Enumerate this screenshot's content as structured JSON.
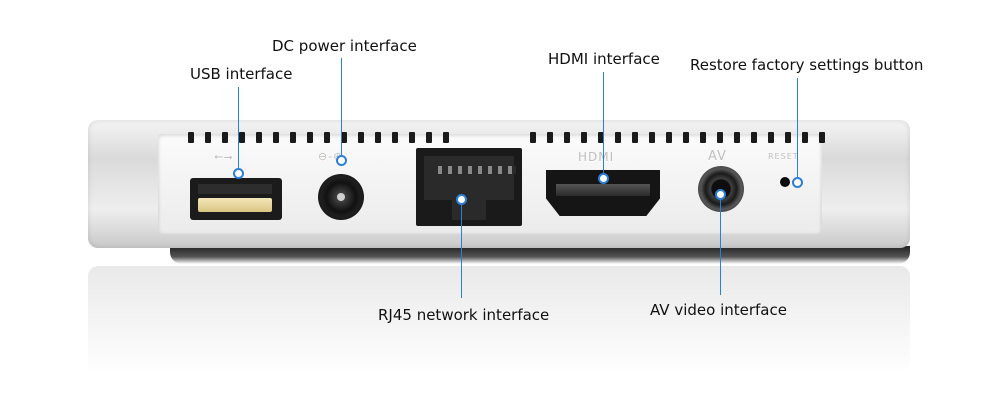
{
  "labels": {
    "usb": "USB interface",
    "dc_power": "DC power interface",
    "hdmi": "HDMI interface",
    "restore": "Restore factory settings button",
    "rj45": "RJ45 network interface",
    "av": "AV video interface"
  },
  "embossed": {
    "usb_symbol": "⭠⭢",
    "dc_symbol": "⊖-⊕",
    "hdmi": "HDMI",
    "av": "AV",
    "reset": "RESET"
  },
  "colors": {
    "callout_line": "#2b7fd6",
    "device_silver": "#e2e2e2",
    "port_black": "#151515"
  }
}
